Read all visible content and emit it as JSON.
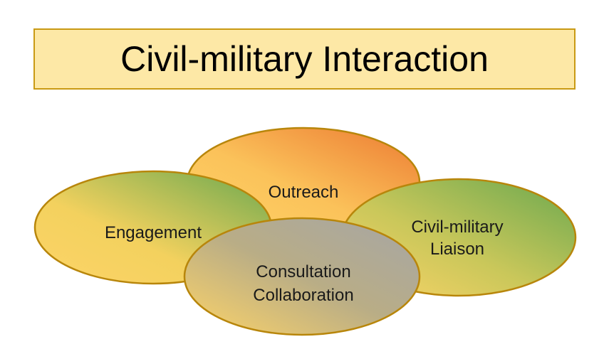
{
  "title": "Civil-military Interaction",
  "ovals": {
    "outreach": {
      "lines": [
        "Outreach"
      ]
    },
    "engagement": {
      "lines": [
        "Engagement"
      ]
    },
    "liaison": {
      "lines": [
        "Civil-military",
        "Liaison"
      ]
    },
    "consultation": {
      "lines": [
        "Consultation",
        "Collaboration"
      ]
    }
  },
  "colors": {
    "title_fill": "#fde8a6",
    "title_border": "#c99a14",
    "oval_border": "#b8860b",
    "yellow": "#fdd468",
    "orange": "#ec7a32",
    "green": "#6aa84f",
    "gray": "#a6a6a6"
  }
}
